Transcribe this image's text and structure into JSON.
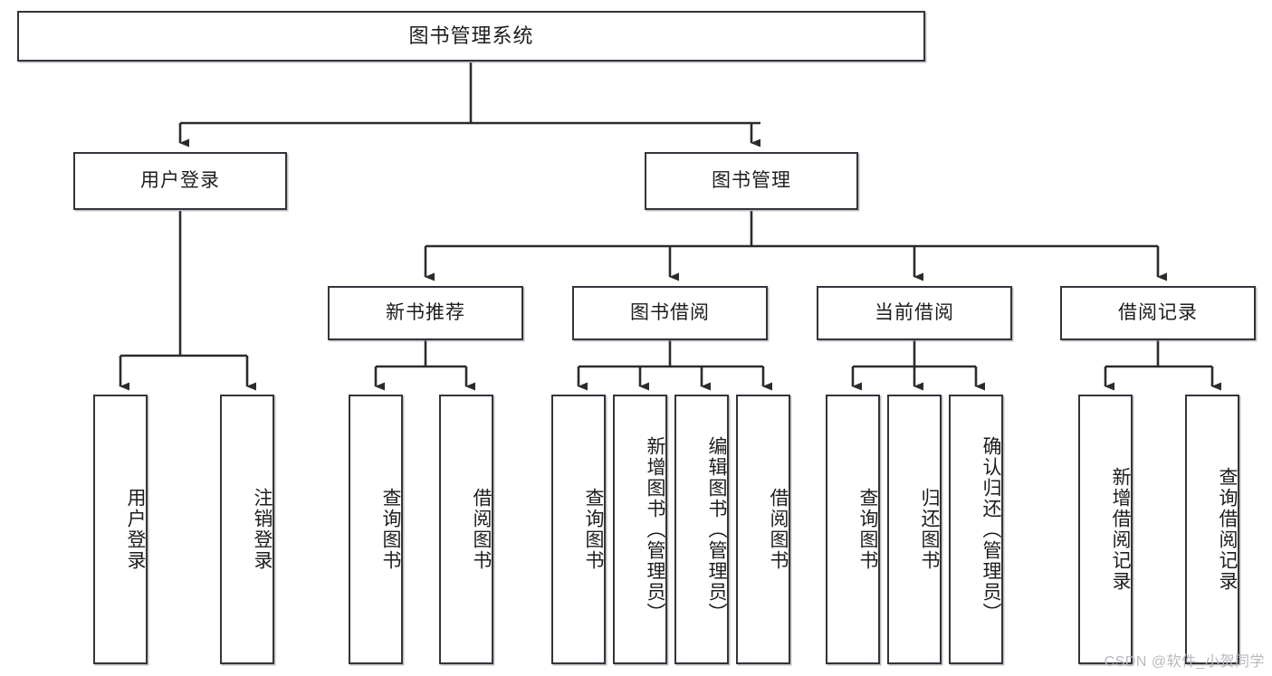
{
  "diagram": {
    "title": "图书管理系统",
    "type": "tree",
    "watermark": "CSDN @软件_小贺同学",
    "colors": {
      "box_border": "#32353b",
      "box_fill": "#ffffff",
      "edge": "#2b2b2f",
      "text": "#1d1d1f",
      "watermark": "#b9b9bd",
      "background": "#ffffff"
    },
    "levels": {
      "root": {
        "label": "图书管理系统"
      },
      "level2": [
        {
          "id": "user-login",
          "label": "用户登录"
        },
        {
          "id": "book-manage",
          "label": "图书管理"
        }
      ],
      "level3": [
        {
          "id": "new-book-recommend",
          "label": "新书推荐",
          "parent": "book-manage"
        },
        {
          "id": "book-borrow",
          "label": "图书借阅",
          "parent": "book-manage"
        },
        {
          "id": "current-borrow",
          "label": "当前借阅",
          "parent": "book-manage"
        },
        {
          "id": "borrow-record",
          "label": "借阅记录",
          "parent": "book-manage"
        }
      ],
      "leaves": [
        {
          "id": "leaf-user-login",
          "label": "用户登录",
          "parent": "user-login"
        },
        {
          "id": "leaf-logout-login",
          "label": "注销登录",
          "parent": "user-login"
        },
        {
          "id": "leaf-query-book-1",
          "label": "查询图书",
          "parent": "new-book-recommend"
        },
        {
          "id": "leaf-borrow-book-1",
          "label": "借阅图书",
          "parent": "new-book-recommend"
        },
        {
          "id": "leaf-query-book-2",
          "label": "查询图书",
          "parent": "book-borrow"
        },
        {
          "id": "leaf-add-book",
          "label": "新增图书（管理员）",
          "parent": "book-borrow"
        },
        {
          "id": "leaf-edit-book",
          "label": "编辑图书（管理员）",
          "parent": "book-borrow"
        },
        {
          "id": "leaf-borrow-book-2",
          "label": "借阅图书",
          "parent": "book-borrow"
        },
        {
          "id": "leaf-query-book-3",
          "label": "查询图书",
          "parent": "current-borrow"
        },
        {
          "id": "leaf-return-book",
          "label": "归还图书",
          "parent": "current-borrow"
        },
        {
          "id": "leaf-confirm-return",
          "label": "确认归还（管理员）",
          "parent": "current-borrow"
        },
        {
          "id": "leaf-add-record",
          "label": "新增借阅记录",
          "parent": "borrow-record"
        },
        {
          "id": "leaf-query-record",
          "label": "查询借阅记录",
          "parent": "borrow-record"
        }
      ]
    }
  }
}
